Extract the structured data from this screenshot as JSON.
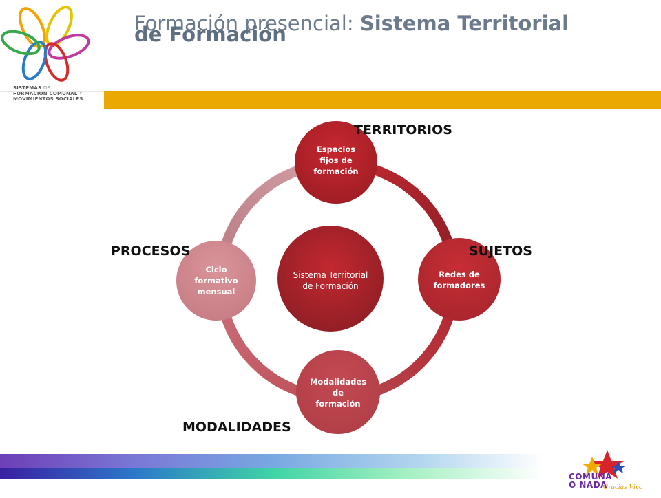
{
  "logo": {
    "line1": "SISTEMAS",
    "line1_suffix": "DE",
    "line2": "FORMACIÓN COMUNAL",
    "line2_suffix": "Y",
    "line3": "MOVIMIENTOS SOCIALES"
  },
  "title": {
    "part1": "Formación presencial: ",
    "part2": "Sistema Territorial",
    "overlap_line": "de Formación"
  },
  "diagram": {
    "center": {
      "line1": "Sistema Territorial",
      "line2": "de Formación"
    },
    "nodes": {
      "top": {
        "lines": [
          "Espacios",
          "fijos de",
          "formación"
        ]
      },
      "right": {
        "lines": [
          "Redes de",
          "formadores"
        ]
      },
      "bottom": {
        "lines": [
          "Modalidades",
          "de",
          "formación"
        ]
      },
      "left": {
        "lines": [
          "Ciclo",
          "formativo",
          "mensual"
        ]
      }
    },
    "labels": {
      "top": "TERRITORIOS",
      "right": "SUJETOS",
      "left": "PROCESOS",
      "bottom": "MODALIDADES"
    }
  },
  "footer_logo": {
    "line1": "COMUNA",
    "line2": "O NADA",
    "tagline": "Gracias Vivo"
  },
  "colors": {
    "gold": "#eaa800",
    "title": "#6b7a8c",
    "dark_red": "#9e2128",
    "ring_pink": "#d99aa0"
  }
}
